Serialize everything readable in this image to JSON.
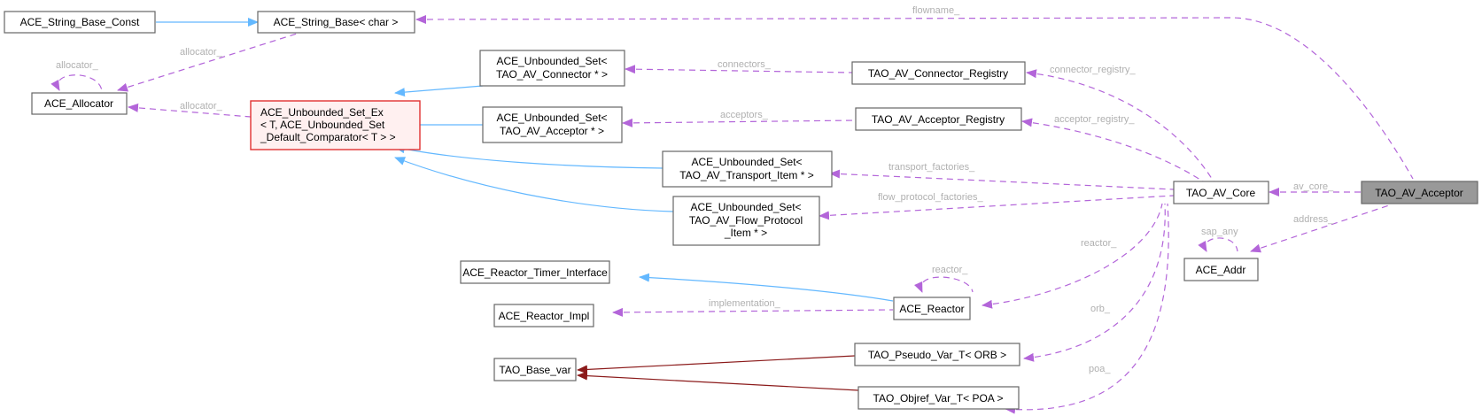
{
  "diagram": {
    "title": "TAO_AV_Acceptor collaboration diagram",
    "colors": {
      "usage_edge": "#9a32cd",
      "inheritance_edge": "#63b8ff",
      "template_edge": "#8b1a1a",
      "root_fill": "#999999",
      "template_node_border": "#e03030",
      "label_text": "#b0b0b0"
    },
    "nodes": {
      "string_base_const": {
        "lines": [
          "ACE_String_Base_Const"
        ]
      },
      "string_base_char": {
        "lines": [
          "ACE_String_Base< char >"
        ]
      },
      "allocator": {
        "lines": [
          "ACE_Allocator"
        ]
      },
      "unbounded_set_ex": {
        "lines": [
          "ACE_Unbounded_Set_Ex",
          "< T, ACE_Unbounded_Set",
          "_Default_Comparator< T > >"
        ]
      },
      "set_connector": {
        "lines": [
          "ACE_Unbounded_Set<",
          "TAO_AV_Connector * >"
        ]
      },
      "set_acceptor": {
        "lines": [
          "ACE_Unbounded_Set<",
          "TAO_AV_Acceptor * >"
        ]
      },
      "set_transport": {
        "lines": [
          "ACE_Unbounded_Set<",
          "TAO_AV_Transport_Item * >"
        ]
      },
      "set_flow_protocol": {
        "lines": [
          "ACE_Unbounded_Set<",
          "TAO_AV_Flow_Protocol",
          "_Item * >"
        ]
      },
      "connector_registry": {
        "lines": [
          "TAO_AV_Connector_Registry"
        ]
      },
      "acceptor_registry": {
        "lines": [
          "TAO_AV_Acceptor_Registry"
        ]
      },
      "av_core": {
        "lines": [
          "TAO_AV_Core"
        ]
      },
      "av_acceptor": {
        "lines": [
          "TAO_AV_Acceptor"
        ]
      },
      "addr": {
        "lines": [
          "ACE_Addr"
        ]
      },
      "reactor_timer_interface": {
        "lines": [
          "ACE_Reactor_Timer_Interface"
        ]
      },
      "reactor_impl": {
        "lines": [
          "ACE_Reactor_Impl"
        ]
      },
      "reactor": {
        "lines": [
          "ACE_Reactor"
        ]
      },
      "base_var": {
        "lines": [
          "TAO_Base_var"
        ]
      },
      "pseudo_var_orb": {
        "lines": [
          "TAO_Pseudo_Var_T< ORB >"
        ]
      },
      "objref_var_poa": {
        "lines": [
          "TAO_Objref_Var_T< POA >"
        ]
      }
    },
    "edge_labels": {
      "flowname": "flowname_",
      "allocator_string": "allocator_",
      "allocator_self": "allocator_",
      "allocator_set": "allocator_",
      "connectors": "connectors_",
      "acceptors": "acceptors_",
      "connector_registry": "connector_registry_",
      "acceptor_registry": "acceptor_registry_",
      "transport_factories": "transport_factories_",
      "flow_protocol_factories": "flow_protocol_factories_",
      "av_core": "av_core_",
      "address": "address_",
      "sap_any": "sap_any",
      "reactor_self": "reactor_",
      "reactor": "reactor_",
      "implementation": "implementation_",
      "orb": "orb_",
      "poa": "poa_"
    }
  }
}
